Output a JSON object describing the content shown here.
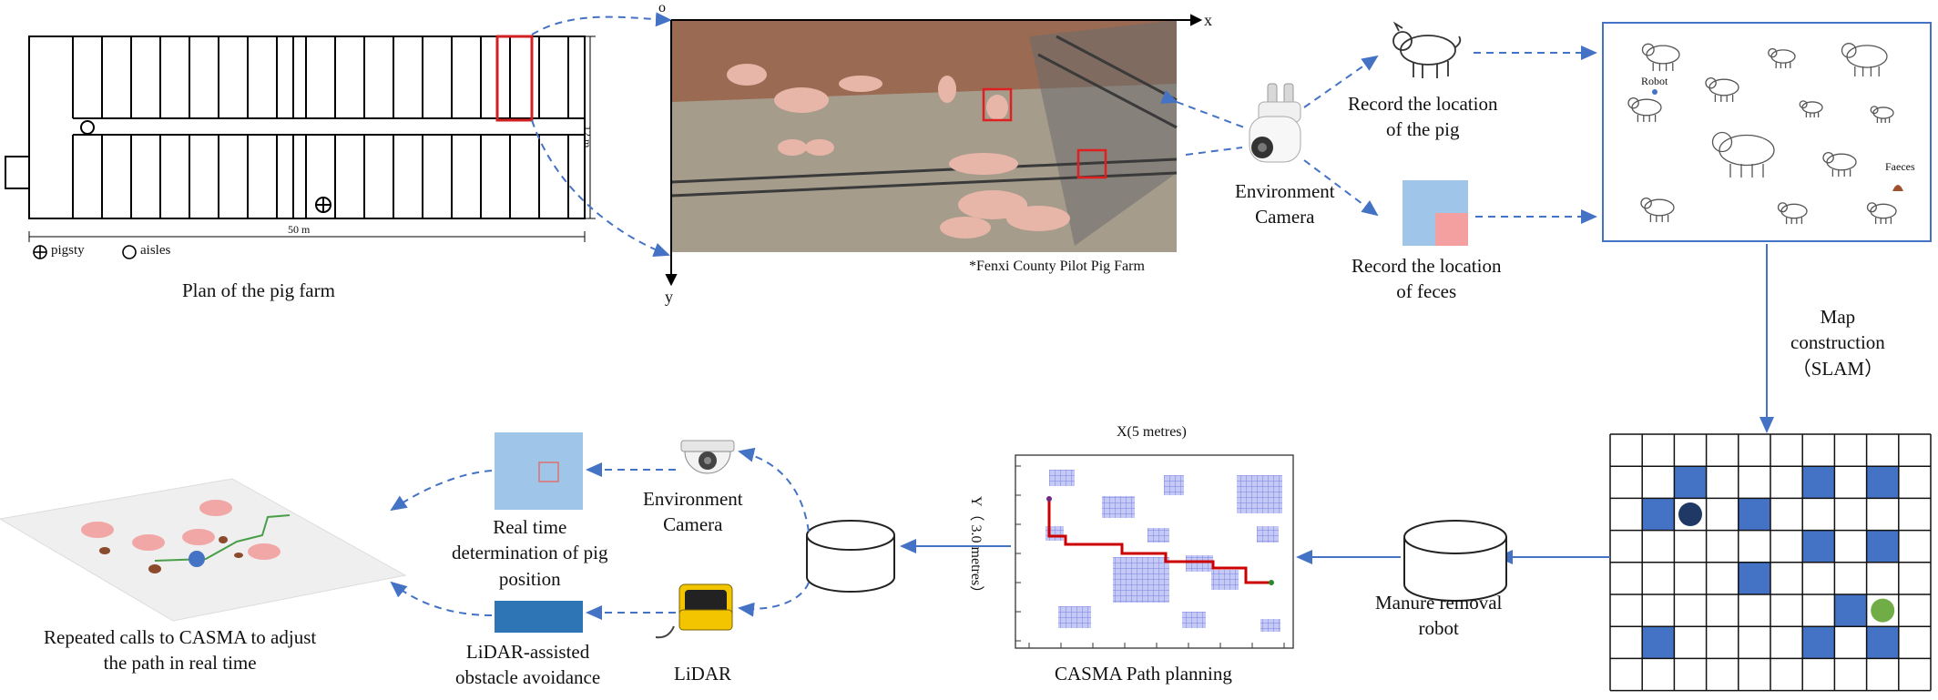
{
  "farm_plan": {
    "title": "Plan of the pig farm",
    "width_label": "50 m",
    "height_label": "12 m",
    "legend_pigsty": "pigsty",
    "legend_aisles": "aisles"
  },
  "photo": {
    "caption": "*Fenxi County Pilot Pig Farm",
    "axis_origin": "o",
    "axis_x": "x",
    "axis_y": "y"
  },
  "camera": {
    "label_line1": "Environment",
    "label_line2": "Camera"
  },
  "record_pig": {
    "line1": "Record the location",
    "line2": "of the pig"
  },
  "record_feces": {
    "line1": "Record the location",
    "line2": "of feces"
  },
  "map": {
    "robot_label": "Robot",
    "faeces_label": "Faeces"
  },
  "map_construction": {
    "line1": "Map",
    "line2": "construction",
    "line3": "（SLAM）"
  },
  "robot": {
    "line1": "Manure removal",
    "line2": "robot"
  },
  "path_chart": {
    "xlabel": "X(5 metres)",
    "ylabel": "Y（ 3.0 metres）",
    "caption": "CASMA Path planning"
  },
  "env_camera2": {
    "line1": "Environment",
    "line2": "Camera"
  },
  "lidar": {
    "label": "LiDAR"
  },
  "realtime": {
    "line1": "Real time",
    "line2": "determination of pig",
    "line3": "position"
  },
  "lidar_avoid": {
    "line1": "LiDAR-assisted",
    "line2": "obstacle avoidance"
  },
  "repeated": {
    "line1": "Repeated calls to CASMA to adjust",
    "line2": "the path in real time"
  },
  "colors": {
    "accent_blue": "#4472c4",
    "path_red": "#cc0000",
    "cell_blue": "#4472c4",
    "feces_pink": "#f4a0a0",
    "light_blue": "#9fc5e8"
  }
}
